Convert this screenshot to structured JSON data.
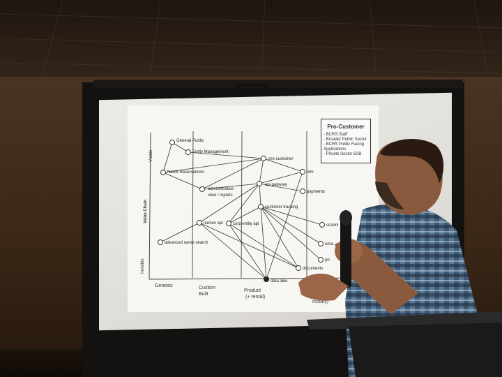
{
  "slide": {
    "axis_y_label": "Value Chain",
    "y_top_label": "Visible",
    "y_bottom_label": "Invisible",
    "x_labels": [
      "Genesis",
      "Custom\nBuilt",
      "Product\n(+ rental)",
      "Commodity"
    ],
    "x_label_genesis": "Genesis",
    "x_label_custom_1": "Custom",
    "x_label_custom_2": "Built",
    "x_label_product_1": "Product",
    "x_label_product_2": "(+ rental)",
    "x_label_commodity": "modity)",
    "legend_title": "Pro-Customer",
    "legend_items": [
      "- BCRS Staff",
      "- Broader Public Sector",
      "- BCRS Public Facing",
      "  Applications",
      "- Private Sector B2B"
    ],
    "nodes": {
      "general_public": "General Public",
      "entity_management": "Entity Management",
      "name_reservations": "Name Reservations",
      "pro_customer": "pro-customer",
      "idm": "idm",
      "api_gateway": "api gateway",
      "payments": "payments",
      "admin_view_1": "administrative",
      "admin_view_2": "view / reports",
      "customer_tracking": "customer tracking",
      "namex_api": "namex api",
      "corp_entity_api": "corp entity api",
      "scanning": "scanni",
      "email": "ema",
      "print": "pri",
      "advanced_name_search": "advanced name search",
      "documents": "documents",
      "data_lake": "data lake"
    }
  }
}
